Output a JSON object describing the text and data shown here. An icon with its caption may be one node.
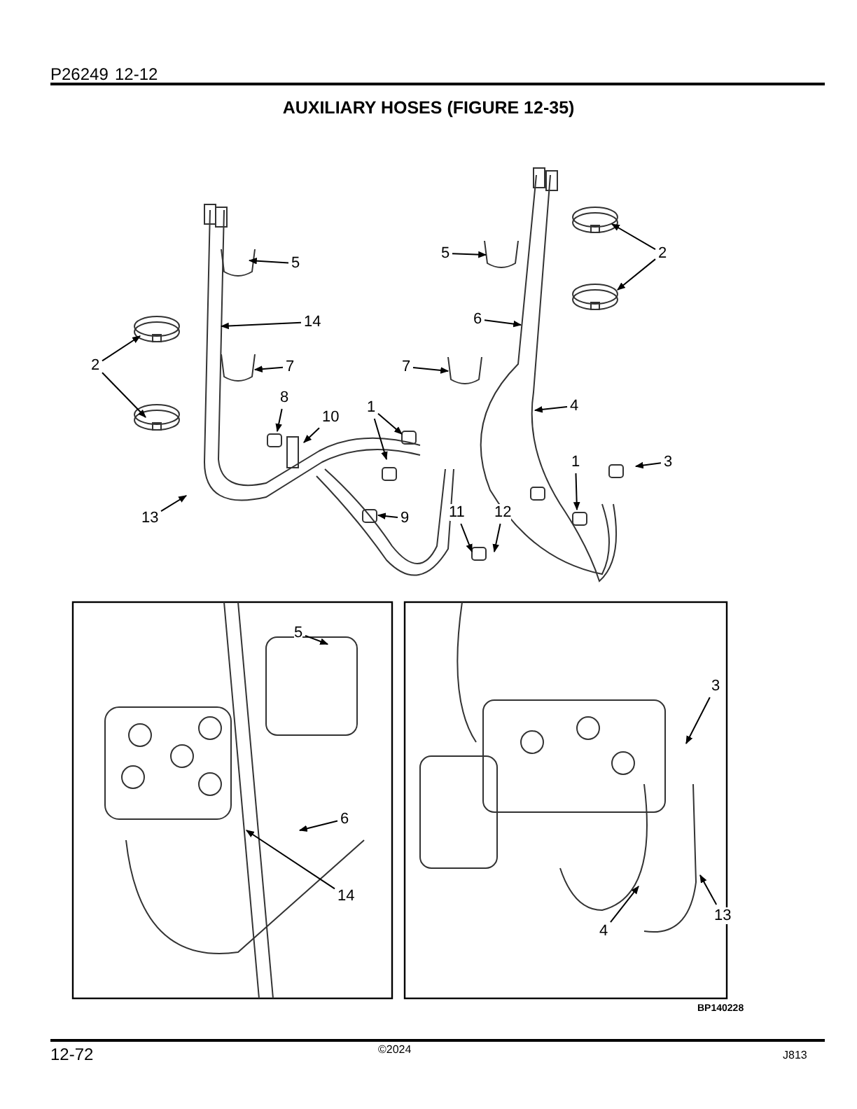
{
  "diagram": {
    "title": "AUXILIARY HOSES (FIGURE 12-35)",
    "nodes": [
      {
        "text": [
          "5"
        ]
      },
      {
        "text": [
          "14"
        ]
      },
      {
        "text": [
          "2"
        ]
      },
      {
        "text": [
          "7"
        ]
      },
      {
        "text": [
          "8"
        ]
      },
      {
        "text": [
          "10"
        ]
      },
      {
        "text": [
          "1"
        ]
      },
      {
        "text": [
          "13"
        ]
      },
      {
        "text": [
          "9"
        ]
      },
      {
        "text": [
          "5"
        ]
      },
      {
        "text": [
          "2"
        ]
      },
      {
        "text": [
          "6"
        ]
      },
      {
        "text": [
          "7"
        ]
      },
      {
        "text": [
          "4"
        ]
      },
      {
        "text": [
          "1"
        ]
      },
      {
        "text": [
          "3"
        ]
      },
      {
        "text": [
          "11"
        ]
      },
      {
        "text": [
          "12"
        ]
      },
      {
        "text": [
          "5"
        ]
      },
      {
        "text": [
          "6"
        ]
      },
      {
        "text": [
          "14"
        ]
      },
      {
        "text": [
          "3"
        ]
      },
      {
        "text": [
          "4"
        ]
      },
      {
        "text": [
          "13"
        ]
      }
    ],
    "edges": [
      {
        "from": 0,
        "to": null,
        "arrow": "to"
      },
      {
        "from": 1,
        "to": null,
        "arrow": "to"
      },
      {
        "from": 2,
        "to": null,
        "arrow": "to"
      },
      {
        "from": 2,
        "to": null,
        "arrow": "to"
      },
      {
        "from": 3,
        "to": null,
        "arrow": "to"
      },
      {
        "from": 4,
        "to": null,
        "arrow": "to"
      },
      {
        "from": 5,
        "to": null,
        "arrow": "to"
      },
      {
        "from": 6,
        "to": null,
        "arrow": "to"
      },
      {
        "from": 6,
        "to": null,
        "arrow": "to"
      },
      {
        "from": 7,
        "to": null,
        "arrow": "to"
      },
      {
        "from": 8,
        "to": null,
        "arrow": "to"
      },
      {
        "from": 9,
        "to": null,
        "arrow": "to"
      },
      {
        "from": 10,
        "to": null,
        "arrow": "to"
      },
      {
        "from": 10,
        "to": null,
        "arrow": "to"
      },
      {
        "from": 11,
        "to": null,
        "arrow": "to"
      },
      {
        "from": 12,
        "to": null,
        "arrow": "to"
      },
      {
        "from": 13,
        "to": null,
        "arrow": "to"
      },
      {
        "from": 14,
        "to": null,
        "arrow": "to"
      },
      {
        "from": 15,
        "to": null,
        "arrow": "to"
      },
      {
        "from": 16,
        "to": null,
        "arrow": "to"
      },
      {
        "from": 17,
        "to": null,
        "arrow": "to"
      },
      {
        "from": 18,
        "to": null,
        "arrow": "to"
      },
      {
        "from": 19,
        "to": null,
        "arrow": "to"
      },
      {
        "from": 20,
        "to": null,
        "arrow": "to"
      },
      {
        "from": 21,
        "to": null,
        "arrow": "to"
      },
      {
        "from": 22,
        "to": null,
        "arrow": "to"
      },
      {
        "from": 23,
        "to": null,
        "arrow": "to"
      }
    ],
    "labels": [
      "P26249",
      "12-12",
      "BP140228",
      "12-72",
      "©2024",
      "J813"
    ]
  }
}
